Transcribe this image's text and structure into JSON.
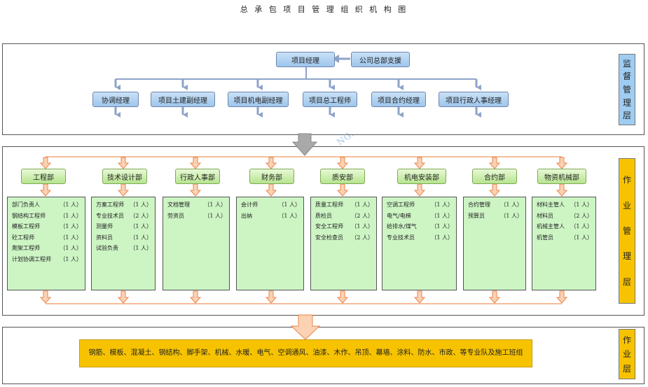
{
  "title": "总 承 包 项 目 管 理 组 织 机 构 图",
  "watermark": "NG.",
  "tiers": [
    {
      "label": [
        "监",
        "督",
        "管",
        "理",
        "层"
      ],
      "color": "#9fcdf2"
    },
    {
      "label": [
        "作",
        "业",
        "管",
        "理",
        "层"
      ],
      "color": "#f7c300"
    },
    {
      "label": [
        "作",
        "业",
        "层"
      ],
      "color": "#f7c300"
    }
  ],
  "top": {
    "manager": "项目经理",
    "support": "公司总部支援",
    "deputies": [
      "协调经理",
      "项目土建副经理",
      "项目机电副经理",
      "项目总工程师",
      "项目合约经理",
      "项目行政人事经理"
    ]
  },
  "departments": [
    {
      "name": "工程部",
      "staff": [
        {
          "role": "部门负责人",
          "count": "（1 人）"
        },
        {
          "role": "钢结构工程师",
          "count": "（1 人）"
        },
        {
          "role": "模板工程师",
          "count": "（1 人）"
        },
        {
          "role": "砼工程师",
          "count": "（1 人）"
        },
        {
          "role": "爬架工程师",
          "count": "（1 人）"
        },
        {
          "role": "计划协调工程师",
          "count": "（1 人）"
        }
      ]
    },
    {
      "name": "技术设计部",
      "staff": [
        {
          "role": "方案工程师",
          "count": "（1 人）"
        },
        {
          "role": "专业技术员",
          "count": "（2 人）"
        },
        {
          "role": "测量师",
          "count": "（1 人）"
        },
        {
          "role": "资料员",
          "count": "（1 人）"
        },
        {
          "role": "试验负责",
          "count": "（1 人）"
        }
      ]
    },
    {
      "name": "行政人事部",
      "staff": [
        {
          "role": "文档管理",
          "count": "（1 人）"
        },
        {
          "role": "劳资员",
          "count": "（1 人）"
        }
      ]
    },
    {
      "name": "财务部",
      "staff": [
        {
          "role": "会计师",
          "count": "（1 人）"
        },
        {
          "role": "出纳",
          "count": "（1 人）"
        }
      ]
    },
    {
      "name": "质安部",
      "staff": [
        {
          "role": "质量工程师",
          "count": "（1 人）"
        },
        {
          "role": "质检员",
          "count": "（2 人）"
        },
        {
          "role": "安全工程师",
          "count": "（1 人）"
        },
        {
          "role": "安全检查员",
          "count": "（2 人）"
        }
      ]
    },
    {
      "name": "机电安装部",
      "staff": [
        {
          "role": "空调工程师",
          "count": "（1 人）"
        },
        {
          "role": "电气/电梯",
          "count": "（1 人）"
        },
        {
          "role": "给排水/煤气",
          "count": "（1 人）"
        },
        {
          "role": "专业技术员",
          "count": "（1 人）"
        }
      ]
    },
    {
      "name": "合约部",
      "staff": [
        {
          "role": "合约管理",
          "count": "（1 人）"
        },
        {
          "role": "预算员",
          "count": "（1 人）"
        }
      ]
    },
    {
      "name": "物资机械部",
      "staff": [
        {
          "role": "材料主管人",
          "count": "（1 人）"
        },
        {
          "role": "材料员",
          "count": "（2 人）"
        },
        {
          "role": "机械主管人",
          "count": "（1 人）"
        },
        {
          "role": "机管员",
          "count": "（1 人）"
        }
      ]
    }
  ],
  "work_teams": "钢筋、模板、混凝土、钢结构、脚手架、机械、水暖、电气、空调通风、油漆、木作、吊顶、幕墙、涂料、防水、市政、等专业队及施工班组"
}
